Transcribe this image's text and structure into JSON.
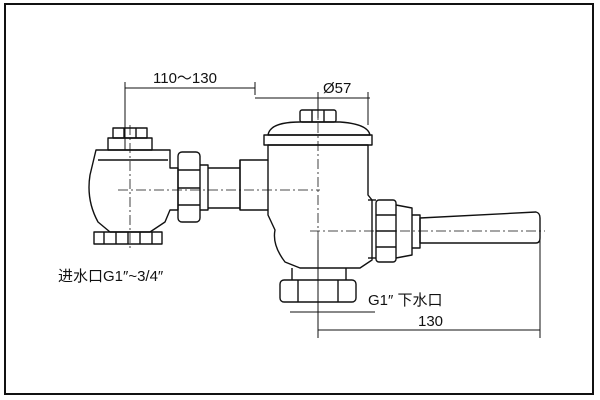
{
  "diagram": {
    "dim_top": "110～130",
    "dim_diameter": "Ø57",
    "dim_bottom": "130",
    "label_inlet": "进水口G1″~3/4″",
    "label_outlet": "G1″ 下水口"
  },
  "colors": {
    "line": "#111111",
    "background": "#ffffff"
  }
}
